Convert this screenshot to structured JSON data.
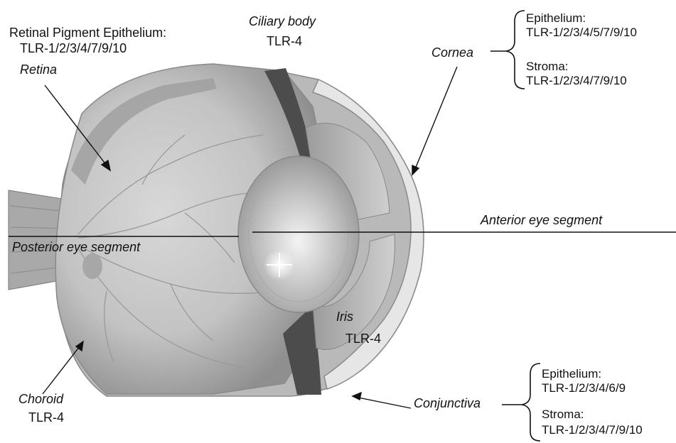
{
  "labels": {
    "rpe": {
      "title": "Retinal Pigment Epithelium:",
      "tlr": "TLR-1/2/3/4/7/9/10"
    },
    "retina": "Retina",
    "ciliary_body": {
      "name": "Ciliary body",
      "tlr": "TLR-4"
    },
    "cornea": {
      "name": "Cornea",
      "epithelium_title": "Epithelium:",
      "epithelium_tlr": "TLR-1/2/3/4/5/7/9/10",
      "stroma_title": "Stroma:",
      "stroma_tlr": "TLR-1/2/3/4/7/9/10"
    },
    "anterior_segment": "Anterior eye segment",
    "posterior_segment": "Posterior eye segment",
    "iris": {
      "name": "Iris",
      "tlr": "TLR-4"
    },
    "choroid": {
      "name": "Choroid",
      "tlr": "TLR-4"
    },
    "conjunctiva": {
      "name": "Conjunctiva",
      "epithelium_title": "Epithelium:",
      "epithelium_tlr": "TLR-1/2/3/4/6/9",
      "stroma_title": "Stroma:",
      "stroma_tlr": "TLR-1/2/3/4/7/9/10"
    }
  }
}
